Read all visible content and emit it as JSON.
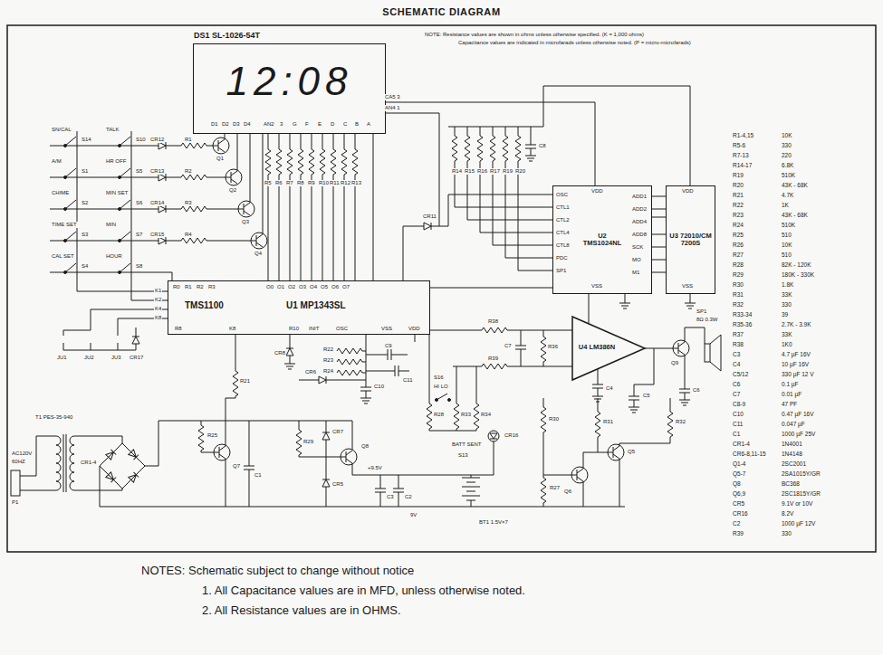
{
  "diagram": {
    "title": "SCHEMATIC DIAGRAM",
    "nodes": [
      {
        "text": [
          "DS1 SL-1026-54T",
          "12:08"
        ]
      },
      {
        "text": [
          "TMS1100",
          "U1 MP1343SL"
        ]
      },
      {
        "text": [
          "U2 TMS1024NL"
        ]
      },
      {
        "text": [
          "U3 72010/CM 7200S"
        ]
      },
      {
        "text": [
          "U4 LM386N"
        ]
      }
    ],
    "edges": [
      {
        "from": 1,
        "to": 0,
        "arrow": "none"
      },
      {
        "from": 1,
        "to": 2,
        "arrow": "none"
      },
      {
        "from": 2,
        "to": 3,
        "arrow": "none"
      },
      {
        "from": 2,
        "to": 4,
        "arrow": "none"
      }
    ],
    "labels": [
      "NOTE: Resistance values are shown in ohms unless otherwise specified. (K = 1,000 ohms)",
      "Capacitance values are indicated in microfarads unless otherwise noted. (P = micro-microfarads)",
      "D1",
      "D2",
      "D3",
      "D4",
      "AN2",
      "3",
      "G",
      "F",
      "E",
      "D",
      "C",
      "B",
      "A",
      "CA5 3",
      "AN4 1",
      "SN/CAL",
      "S14",
      "TALK",
      "S10",
      "A/M",
      "S1",
      "HR OFF",
      "S5",
      "CHIME",
      "S2",
      "MIN SET",
      "S6",
      "TIME SET",
      "S3",
      "MIN",
      "S7",
      "CAL SET",
      "S4",
      "HOUR",
      "S8",
      "JU1",
      "JU2",
      "JU3",
      "CR17",
      "CR12",
      "CR13",
      "CR14",
      "CR15",
      "R1",
      "R2",
      "R3",
      "R4",
      "Q1",
      "Q2",
      "Q3",
      "Q4",
      "R5",
      "R6",
      "R7",
      "R8",
      "R9",
      "R10",
      "R11",
      "R12",
      "R13",
      "R0",
      "R1",
      "R2",
      "R3",
      "O0",
      "O1",
      "O2",
      "O3",
      "O4",
      "O5",
      "O6",
      "O7",
      "K1",
      "K2",
      "K4",
      "K8",
      "R8",
      "K8",
      "R10",
      "INIT",
      "OSC",
      "VSS",
      "VDD",
      "CR8",
      "R22",
      "R23",
      "R24",
      "CR6",
      "C10",
      "C9",
      "C11",
      "R21",
      "R14",
      "R15",
      "R16",
      "R17",
      "R19",
      "R20",
      "C8",
      "CR11",
      "OSC",
      "CTL1",
      "CTL2",
      "CTL4",
      "CTL8",
      "PDC",
      "SP1",
      "ADD1",
      "ADD2",
      "ADD4",
      "ADD8",
      "SCK",
      "MO",
      "M1",
      "VDD",
      "VSS",
      "VDD",
      "VSS",
      "R38",
      "R36",
      "C7",
      "R39",
      "S16",
      "HI LO",
      "R28",
      "R33",
      "R34",
      "C4",
      "C5",
      "C6",
      "Q9",
      "SP1",
      "8Ω 0.3W",
      "R30",
      "R31",
      "Q5",
      "Q6",
      "R32",
      "R27",
      "T1 PES-35-940",
      "AC120V",
      "60HZ",
      "P1",
      "CR1-4",
      "Q7",
      "R25",
      "R29",
      "CR7",
      "C1",
      "C2",
      "C3",
      "CR5",
      "Q8",
      "+9.5V",
      "9V",
      "BATT SENT",
      "S13",
      "BT1 1.5V×7",
      "CR16",
      "R1-4,15",
      "10K",
      "R5-6",
      "330",
      "R7-13",
      "220",
      "R14-17",
      "6.8K",
      "R19",
      "510K",
      "R20",
      "43K - 68K",
      "R21",
      "4.7K",
      "R22",
      "1K",
      "R23",
      "43K - 68K",
      "R24",
      "510K",
      "R25",
      "510",
      "R26",
      "10K",
      "R27",
      "510",
      "R28",
      "82K - 120K",
      "R29",
      "180K - 330K",
      "R30",
      "1.8K",
      "R31",
      "33K",
      "R32",
      "330",
      "R33-34",
      "39",
      "R35-36",
      "2.7K - 3.9K",
      "R37",
      "33K",
      "R38",
      "1K0",
      "C3",
      "4.7 µF 16V",
      "C4",
      "10 µF 16V",
      "C5/12",
      "330 µF 12 V",
      "C6",
      "0.1 µF",
      "C7",
      "0.01 µF",
      "C8-9",
      "47 PF",
      "C10",
      "0.47 µF 16V",
      "C11",
      "0.047 µF",
      "C1",
      "1000 µF 25V",
      "CR1-4",
      "1N4001",
      "CR6-8,11-15",
      "1N4148",
      "Q1-4",
      "2SC2001",
      "Q5-7",
      "2SA1015Y/GR",
      "Q8",
      "BC368",
      "Q6,9",
      "2SC1815Y/GR",
      "CR5",
      "9.1V or 10V",
      "CR16",
      "8.2V",
      "C2",
      "1000 µF 12V",
      "R39",
      "330",
      "NOTES: Schematic subject to change without notice",
      "1. All Capacitance values are in MFD, unless otherwise noted.",
      "2. All Resistance values are in OHMS."
    ]
  }
}
